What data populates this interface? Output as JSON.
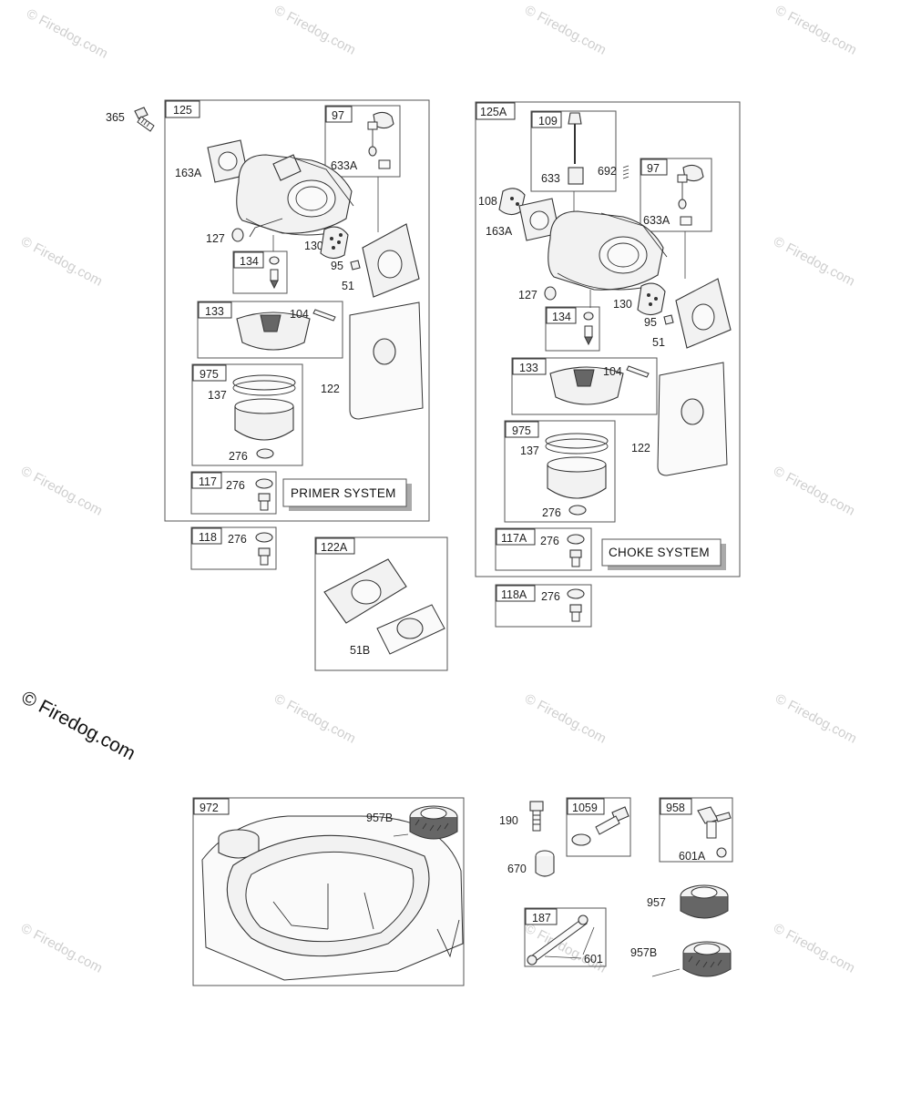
{
  "watermark": "© Firedog.com",
  "copyright": "© Firedog.com",
  "primer": {
    "box": "125",
    "caption": "PRIMER SYSTEM",
    "outside_screw": "365",
    "labels": {
      "b97": "97",
      "l633a": "633A",
      "l163a": "163A",
      "l127": "127",
      "b134": "134",
      "l130": "130",
      "l95": "95",
      "l51": "51",
      "b133": "133",
      "l104": "104",
      "b975": "975",
      "l137": "137",
      "l276a": "276",
      "l122": "122",
      "b117": "117",
      "l276b": "276",
      "b118": "118",
      "l276c": "276",
      "b122a": "122A",
      "l51b": "51B"
    }
  },
  "choke": {
    "box": "125A",
    "caption": "CHOKE SYSTEM",
    "labels": {
      "b109": "109",
      "l633": "633",
      "l692": "692",
      "b97": "97",
      "l633a": "633A",
      "l108": "108",
      "l163a": "163A",
      "l127": "127",
      "l130": "130",
      "b134": "134",
      "l95": "95",
      "l51": "51",
      "b133": "133",
      "l104": "104",
      "l122": "122",
      "b975": "975",
      "l137": "137",
      "l276a": "276",
      "b117a": "117A",
      "l276b": "276",
      "b118a": "118A",
      "l276c": "276"
    }
  },
  "fuel": {
    "b972": "972",
    "l957b_top": "957B",
    "l190": "190",
    "b1059": "1059",
    "b958": "958",
    "l670": "670",
    "l601a": "601A",
    "l957": "957",
    "b187": "187",
    "l601": "601",
    "l957b_bot": "957B"
  }
}
